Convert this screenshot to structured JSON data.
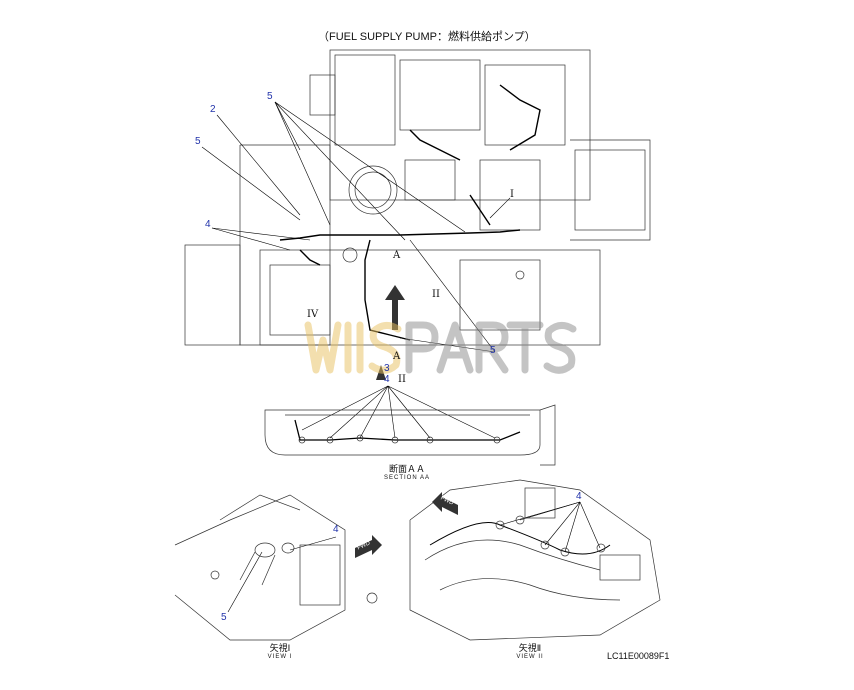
{
  "title": "（FUEL SUPPLY PUMP：燃料供給ポンプ）",
  "callouts": {
    "c5a": "5",
    "c2": "2",
    "c5b": "5",
    "c4a": "4",
    "c5c": "5",
    "c3": "3",
    "c4b": "4",
    "c4c": "4",
    "c5d": "5",
    "c4d": "4"
  },
  "view_markers": {
    "i": "I",
    "ii_a": "II",
    "ii_b": "II",
    "iv": "IV",
    "a1": "A",
    "a2": "A"
  },
  "section_aa": {
    "jp": "断面ＡＡ",
    "en": "SECTION AA"
  },
  "view1": {
    "jp": "矢視Ⅰ",
    "en": "VIEW I"
  },
  "view2": {
    "jp": "矢視Ⅱ",
    "en": "VIEW II"
  },
  "fwd": "FWD",
  "drawing_code": "LC11E00089F1",
  "watermark": {
    "left": "WIIS",
    "right": "PARTS",
    "left_color": "#e8c060",
    "right_color": "#8a8a8a"
  }
}
